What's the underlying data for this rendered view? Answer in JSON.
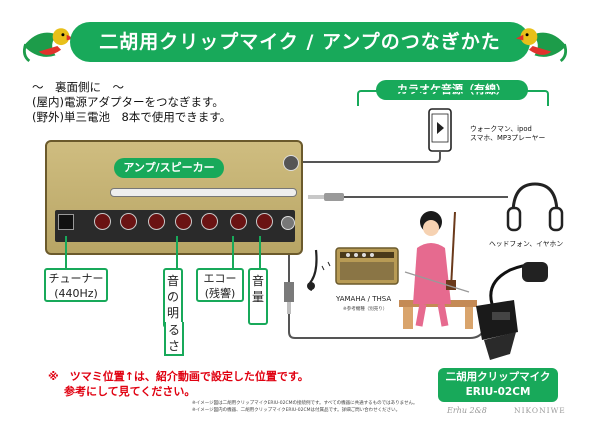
{
  "banner": {
    "title": "二胡用クリップマイク / アンプのつなぎかた"
  },
  "back": {
    "line1": "～　裏面側に　～",
    "line2": "(屋内)電源アダプターをつなぎます。",
    "line3": "(野外)単三電池　8本で使用できます。"
  },
  "karaoke": {
    "label": "カラオケ音源（有線）"
  },
  "phone": {
    "caption_line1": "ウォークマン、ipod",
    "caption_line2": "スマホ、MP3プレーヤー"
  },
  "amp": {
    "label": "アンプ/スピーカー"
  },
  "headphones": {
    "caption": "ヘッドフォン、イヤホン"
  },
  "labels": {
    "tuner_line1": "チューナー",
    "tuner_line2": "(440Hz)",
    "brightness": [
      "音",
      "の",
      "明",
      "る",
      "さ"
    ],
    "echo_line1": "エコー",
    "echo_line2": "(残響)",
    "volume": [
      "音",
      "量"
    ]
  },
  "yamaha": {
    "caption": "YAMAHA / THSA",
    "sub": "※参考機種（別売り）"
  },
  "note": {
    "line1": "※　ツマミ位置↑は、紹介動画で設定した位置です。",
    "line2": "参考にして見てください。"
  },
  "erhu_mic": {
    "line1": "二胡用クリップマイク",
    "line2": "ERIU-02CM"
  },
  "fine_print": {
    "line1": "※イメージ図は二胡用クリップマイクERIU-02CMの接続例です。すべての機器に共通するものではありません。",
    "line2": "※イメージ図内の機器、二胡用クリップマイクERIU-02CMは付属品です。詳細ご問い合わせください。"
  },
  "signature": {
    "left": "Erhu 2&8",
    "right": "NIKONIWE"
  },
  "colors": {
    "accent": "#18a95a",
    "warning": "#e00010",
    "amp": "#c8b676",
    "knob": "#6a1313"
  },
  "icons": [
    "bird-icon",
    "smartphone-icon",
    "headphones-icon",
    "music-note-icon",
    "plug-icon",
    "clip-mic-icon"
  ]
}
